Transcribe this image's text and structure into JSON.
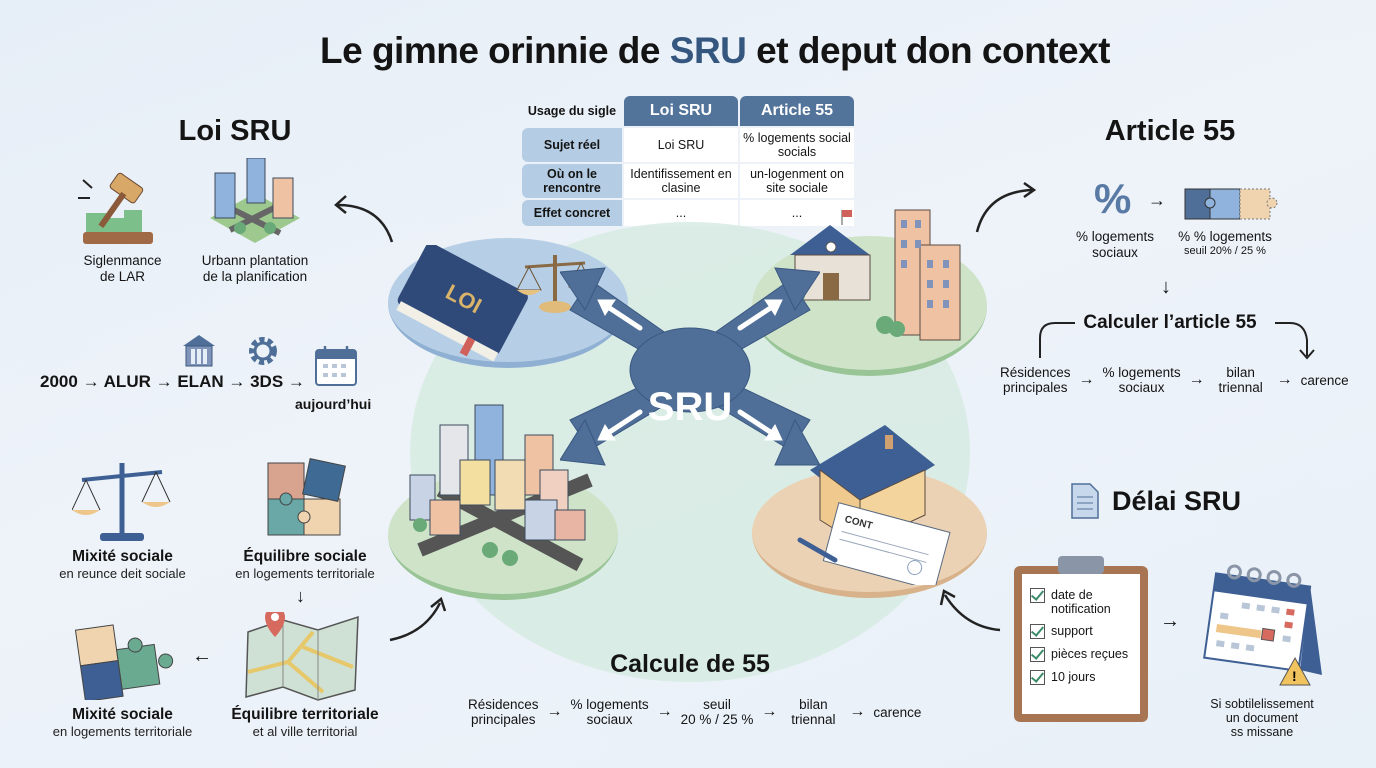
{
  "title": {
    "prefix": "Le gimne orinnie de ",
    "accent": "SRU",
    "suffix": " et deput don context"
  },
  "table": {
    "corner": "Usage du sigle",
    "columns": [
      "Loi SRU",
      "Article 55"
    ],
    "rows": [
      {
        "header": "Sujet réel",
        "cells": [
          "Loi SRU",
          "% logements social socials"
        ]
      },
      {
        "header": "Où on le rencontre",
        "cells": [
          "Identifissement en clasine",
          "un-logenment on site sociale"
        ]
      },
      {
        "header": "Effet concret",
        "cells": [
          "...",
          "..."
        ]
      }
    ]
  },
  "loi_sru": {
    "heading": "Loi SRU",
    "icons": [
      {
        "icon": "gavel-icon",
        "label_1": "Siglenmance",
        "label_2": "de LAR"
      },
      {
        "icon": "city-block-icon",
        "label_1": "Urbann plantation",
        "label_2": "de la planification"
      }
    ],
    "timeline": [
      "2000",
      "ALUR",
      "ELAN",
      "3DS"
    ],
    "timeline_end": "aujourd’hui",
    "arrow": "→"
  },
  "values": [
    {
      "icon": "scale-icon",
      "title": "Mixité sociale",
      "subtitle": "en reunce deit sociale"
    },
    {
      "icon": "puzzle-icon",
      "title": "Équilibre sociale",
      "subtitle": "en logements territoriale"
    },
    {
      "icon": "puzzle-icon",
      "title": "Mixité sociale",
      "subtitle": "en logements territoriale"
    },
    {
      "icon": "map-icon",
      "title": "Équilibre territoriale",
      "subtitle": "et al ville territorial"
    }
  ],
  "center": {
    "label": "SRU",
    "book_label": "LOI",
    "contract_label": "CONT"
  },
  "article55": {
    "heading": "Article 55",
    "left_label_1": "% logements",
    "left_label_2": "sociaux",
    "right_label_1": "% % logements",
    "right_label_2": "seuil 20% / 25 %",
    "calc_heading": "Calculer l’article 55",
    "steps": [
      {
        "l1": "Résidences",
        "l2": "principales"
      },
      {
        "l1": "% logements",
        "l2": "sociaux"
      },
      {
        "l1": "bilan",
        "l2": "triennal"
      },
      {
        "l1": "carence",
        "l2": ""
      }
    ]
  },
  "calcule": {
    "heading": "Calcule de 55",
    "steps": [
      {
        "l1": "Résidences",
        "l2": "principales"
      },
      {
        "l1": "% logements",
        "l2": "sociaux"
      },
      {
        "l1": "seuil",
        "l2": "20 % / 25 %"
      },
      {
        "l1": "bilan",
        "l2": "triennal"
      },
      {
        "l1": "carence",
        "l2": ""
      }
    ]
  },
  "delai": {
    "heading": "Délai SRU",
    "checklist": [
      "date de notification",
      "support",
      "pièces reçues",
      "10 jours"
    ],
    "warning_1": "Si sobtilelissement",
    "warning_2": "un document",
    "warning_3": "ss missane"
  },
  "colors": {
    "accent": "#35577f",
    "arrow_blue": "#4f6f98",
    "table_header": "#52739a",
    "row_header": "#b5cde4",
    "disc_blue": "#b7cfe6",
    "disc_green": "#cfe3c9",
    "disc_peach": "#ecd2b4",
    "center_green": "#d6ebe2"
  }
}
